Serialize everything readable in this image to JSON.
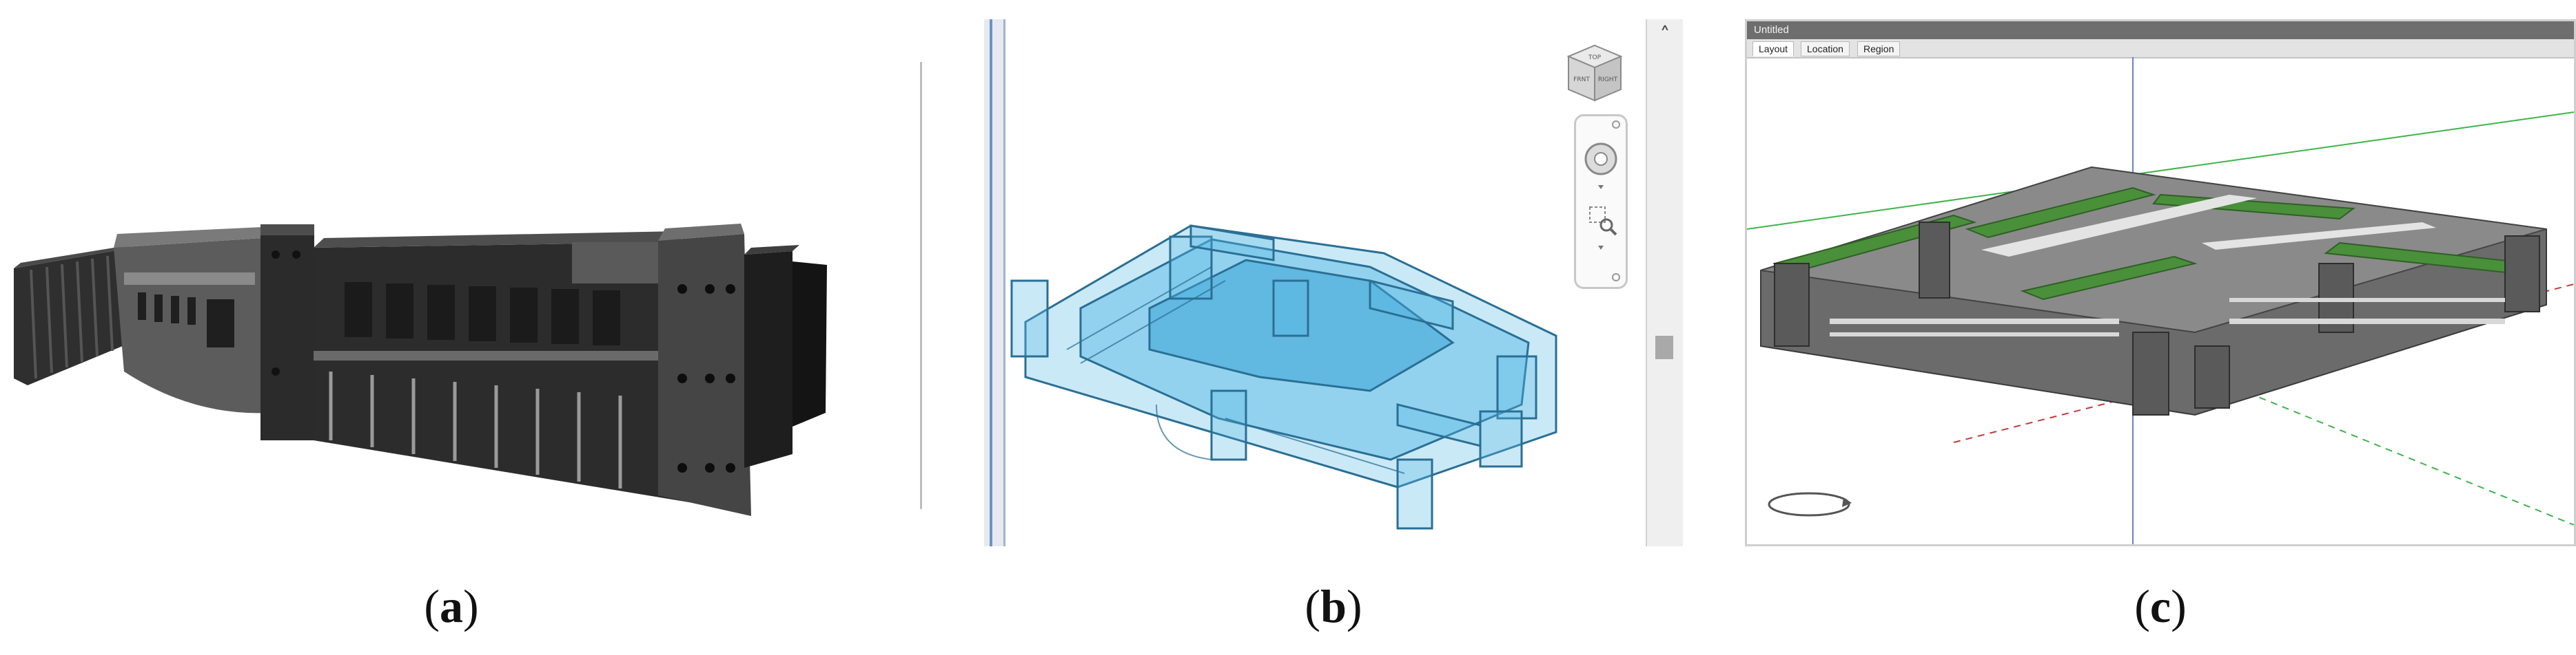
{
  "figure": {
    "captions": [
      {
        "open": "(",
        "letter": "a",
        "close": ")"
      },
      {
        "open": "(",
        "letter": "b",
        "close": ")"
      },
      {
        "open": "(",
        "letter": "c",
        "close": ")"
      }
    ]
  },
  "panel_b": {
    "scroll_up_glyph": "˄",
    "viewcube_top": "TOP",
    "viewcube_front": "FRNT",
    "viewcube_right": "RIGHT"
  },
  "panel_c": {
    "window_title": "Untitled",
    "tabs": [
      "Layout",
      "Location",
      "Region"
    ],
    "active_tab": "Layout"
  },
  "colors": {
    "building_dark": "#3a3a3a",
    "glass_blue": "#5bbbe6",
    "roof_green": "#4a8f3a",
    "axis_green": "#3fb34a",
    "axis_red": "#c43a3a"
  }
}
